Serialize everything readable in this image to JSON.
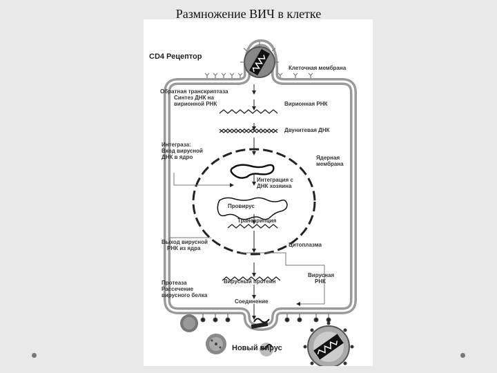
{
  "slide": {
    "title": "Размножение ВИЧ в клетке"
  },
  "diagram": {
    "receptor": "CD4 Рецептор",
    "membrane": "Клеточная мембрана",
    "rt": [
      "Обратная транскриптаза",
      "Синтез ДНК на",
      "вирионной РНК"
    ],
    "virion_rna": "Вирионная РНК",
    "ds_dna": "Двунитевая ДНК",
    "integrase": [
      "Интеграза:",
      "Вход вирусной",
      "ДНК в ядро"
    ],
    "nuclear_membrane": [
      "Ядерная",
      "мембрана"
    ],
    "integration": [
      "Интеграция с",
      "ДНК хозяина"
    ],
    "provirus": "Провирус",
    "transcription": "Транскрипция",
    "exit": [
      "Выход вирусной",
      "РНК из ядра"
    ],
    "cytoplasm": "Цитоплазма",
    "viral_protein": "Вирусный протеин",
    "viral_rna": [
      "Вирусная",
      "РНК"
    ],
    "protease": [
      "Протеаза",
      "Рассечение",
      "вирусного белка"
    ],
    "assembly": "Соединение",
    "new_virus": "Новый вирус"
  }
}
